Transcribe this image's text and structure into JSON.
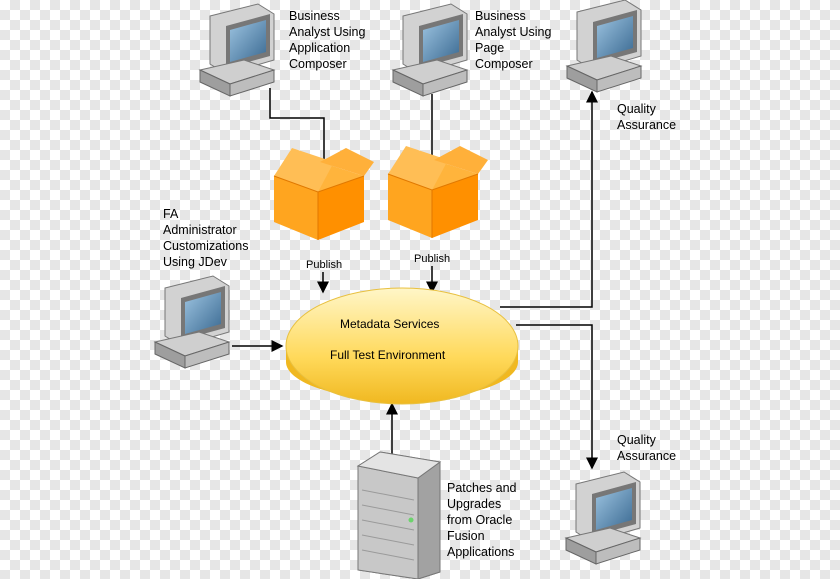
{
  "labels": {
    "ba_app_composer": [
      "Business",
      "Analyst Using",
      "Application",
      "Composer"
    ],
    "ba_page_composer": [
      "Business",
      "Analyst Using",
      "Page",
      "Composer"
    ],
    "qa_top": [
      "Quality",
      "Assurance"
    ],
    "fa_admin": [
      "FA",
      "Administrator",
      "Customizations",
      "Using JDev"
    ],
    "qa_bottom": [
      "Quality",
      "Assurance"
    ],
    "patches": [
      "Patches and",
      "Upgrades",
      "from Oracle",
      "Fusion",
      "Applications"
    ]
  },
  "publish_left": "Publish",
  "publish_right": "Publish",
  "mds": {
    "line1": "Metadata Services",
    "line2": "Full Test Environment"
  },
  "colors": {
    "box": "#ff9f1a",
    "cylinder": "#ffd95a",
    "screen": "#4f7fa8"
  }
}
